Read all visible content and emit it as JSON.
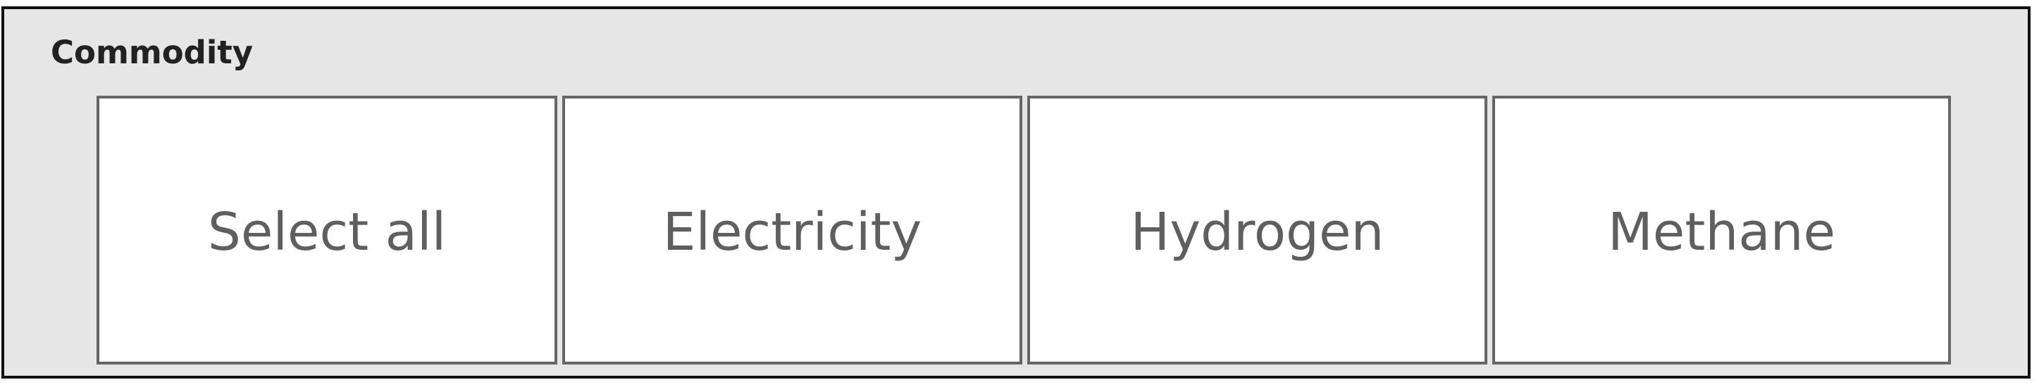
{
  "slicer": {
    "title": "Commodity",
    "options": [
      {
        "label": "Select all"
      },
      {
        "label": "Electricity"
      },
      {
        "label": "Hydrogen"
      },
      {
        "label": "Methane"
      }
    ]
  },
  "colors": {
    "panel_background": "#e6e6e6",
    "panel_border": "#111111",
    "tile_background": "#ffffff",
    "tile_border": "#666666",
    "tile_text": "#5f5f5f",
    "title_text": "#222222"
  }
}
